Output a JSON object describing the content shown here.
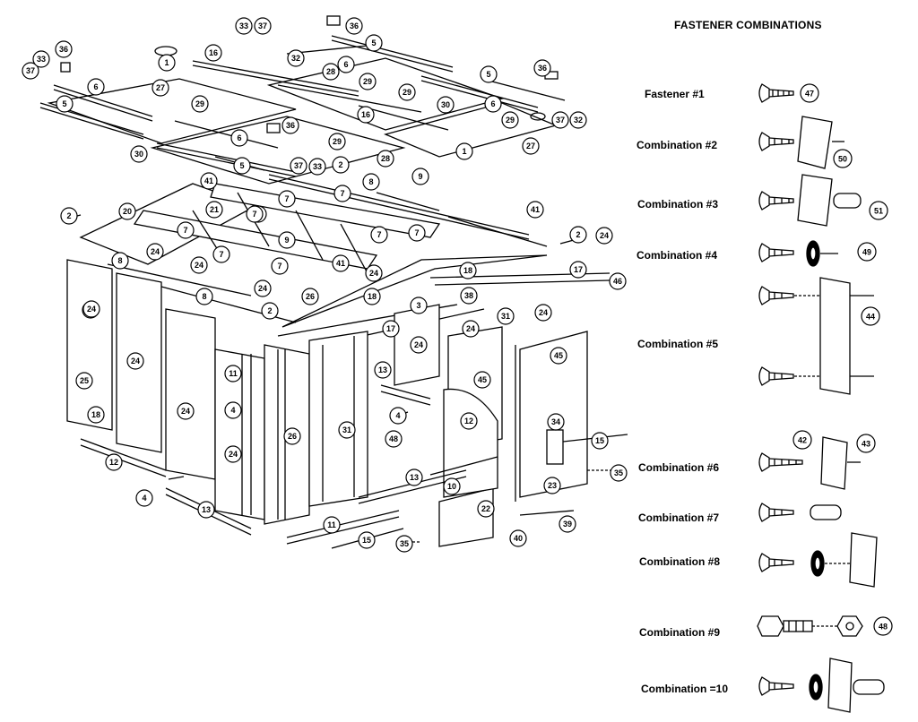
{
  "header": {
    "title": "FASTENER COMBINATIONS"
  },
  "fasteners": [
    {
      "label": "Fastener #1",
      "parts": [
        "47"
      ]
    },
    {
      "label": "Combination #2",
      "parts": [
        "50"
      ]
    },
    {
      "label": "Combination #3",
      "parts": [
        "51"
      ]
    },
    {
      "label": "Combination #4",
      "parts": [
        "49"
      ]
    },
    {
      "label": "Combination #5",
      "parts": [
        "44"
      ]
    },
    {
      "label": "Combination #6",
      "parts": [
        "42",
        "43"
      ]
    },
    {
      "label": "Combination #7",
      "parts": []
    },
    {
      "label": "Combination #8",
      "parts": []
    },
    {
      "label": "Combination #9",
      "parts": [
        "48"
      ]
    },
    {
      "label": "Combination =10",
      "parts": []
    }
  ],
  "callouts": [
    "33",
    "37",
    "36",
    "5",
    "16",
    "32",
    "6",
    "28",
    "29",
    "1",
    "37",
    "33",
    "36",
    "6",
    "27",
    "29",
    "5",
    "30",
    "16",
    "29",
    "6",
    "5",
    "36",
    "37",
    "32",
    "27",
    "1",
    "30",
    "29",
    "6",
    "36",
    "29",
    "5",
    "37",
    "33",
    "2",
    "28",
    "9",
    "41",
    "7",
    "7",
    "21",
    "7",
    "8",
    "20",
    "7",
    "7",
    "41",
    "2",
    "7",
    "24",
    "9",
    "7",
    "2",
    "24",
    "8",
    "24",
    "24",
    "7",
    "24",
    "7",
    "41",
    "24",
    "18",
    "17",
    "46",
    "8",
    "26",
    "18",
    "38",
    "3",
    "24",
    "24",
    "2",
    "17",
    "31",
    "24",
    "45",
    "25",
    "24",
    "24",
    "11",
    "45",
    "13",
    "24",
    "4",
    "4",
    "12",
    "24",
    "26",
    "31",
    "48",
    "34",
    "15",
    "18",
    "12",
    "13",
    "4",
    "10",
    "22",
    "23",
    "35",
    "13",
    "11",
    "15",
    "35",
    "40",
    "39"
  ]
}
